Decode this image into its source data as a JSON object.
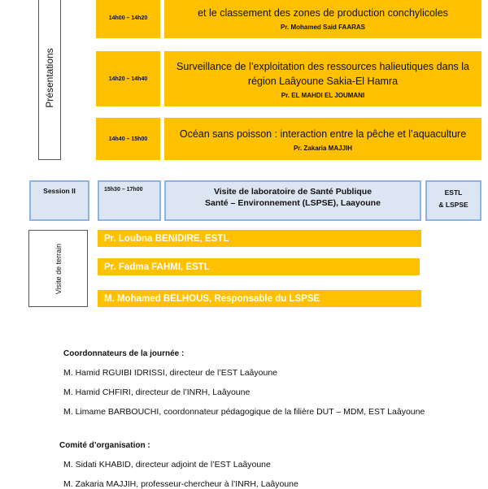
{
  "presentations": {
    "label": "Présentations",
    "talks": [
      {
        "time": "14h00 – 14h20",
        "title": "et le classement des zones de production conchylicoles",
        "speaker": "Pr.  Mohamed Said FAARAS"
      },
      {
        "time": "14h20 – 14h40",
        "title": "Surveillance de l’exploitation des ressources halieutiques dans la région Laâyoune Sakia-El Hamra",
        "speaker": "Pr. EL MAHDI EL JOUMANI"
      },
      {
        "time": "14h40 – 15h00",
        "title": "Océan sans poisson : interaction entre la pêche et l’aquaculture",
        "speaker": "Pr. Zakaria MAJJIH"
      }
    ]
  },
  "session2": {
    "label": "Session II",
    "time": "15h30 – 17h00",
    "title_line1": "Visite de laboratoire de Santé Publique",
    "title_line2": "Santé – Environnement (LSPSE), Laayoune",
    "place_line1": "ESTL",
    "place_line2": "& LSPSE"
  },
  "visite": {
    "label": "Visite de terrain",
    "people": [
      "Pr. Loubna BENIDIRE, ESTL",
      "Pr. Fadma FAHMI, ESTL",
      "M. Mohamed BELHOUS, Responsable du LSPSE"
    ]
  },
  "coordonnateurs": {
    "heading": "Coordonnateurs de la journée :",
    "items": [
      "M. Hamid RGUIBI IDRISSI, directeur de l’EST Laâyoune",
      "M. Hamid CHFIRI, directeur de l’INRH, Laâyoune",
      "M. Limame BARBOUCHI, coordonnateur pédagogique de la filière DUT – MDM, EST Laâyoune"
    ]
  },
  "comite": {
    "heading": "Comité d’organisation :",
    "items": [
      "M. Sidati KHABID, directeur adjoint de l’EST Laâyoune",
      "M. Zakaria MAJJIH, professeur-chercheur à l’INRH, Laâyoune"
    ]
  },
  "colors": {
    "yellow": "#ffc000",
    "session_fill": "#dce6f2",
    "session_border": "#8eb4e3"
  }
}
